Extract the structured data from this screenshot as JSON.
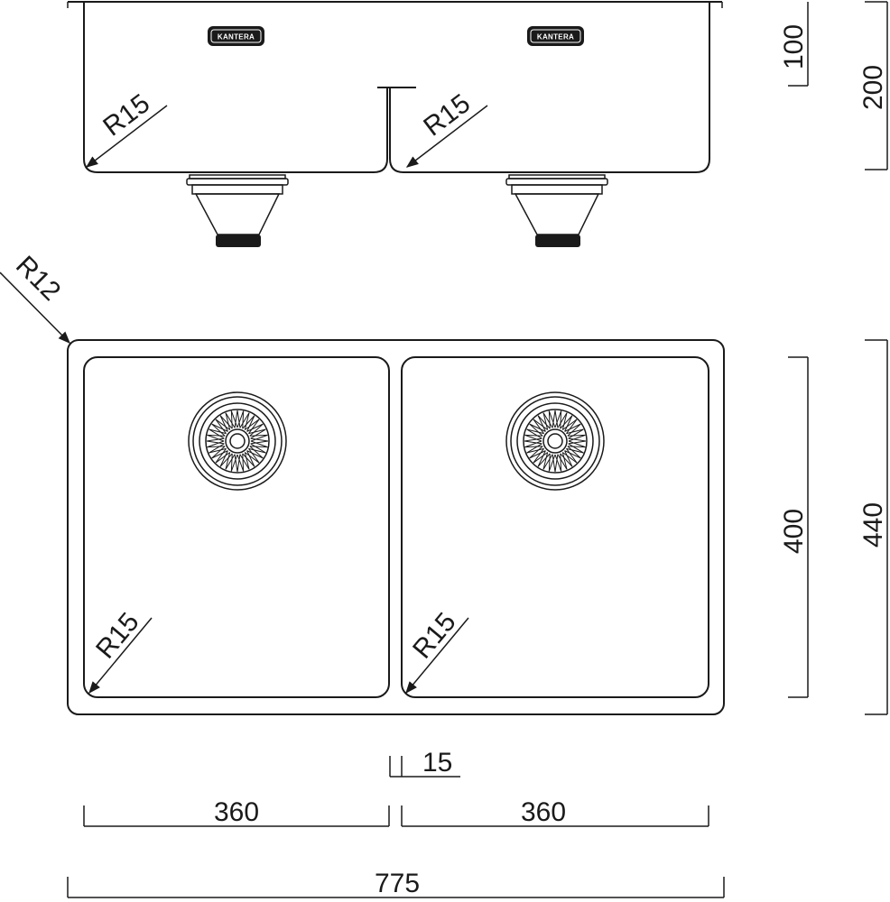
{
  "brand": {
    "logo_text": "KANTERA"
  },
  "colors": {
    "line": "#1a1a1a",
    "background": "#ffffff",
    "badge": "#1a1a1a"
  },
  "side_view": {
    "dimensions": {
      "inner_depth": "100",
      "total_height": "200"
    },
    "radii": {
      "left_bowl": "R15",
      "right_bowl": "R15"
    }
  },
  "top_view": {
    "outer_corner_radius": "R12",
    "radii": {
      "left_bowl": "R15",
      "right_bowl": "R15"
    },
    "dimensions": {
      "bowl_depth": "400",
      "total_depth": "440",
      "divider": "15",
      "left_bowl_width": "360",
      "right_bowl_width": "360",
      "total_width": "775"
    }
  }
}
